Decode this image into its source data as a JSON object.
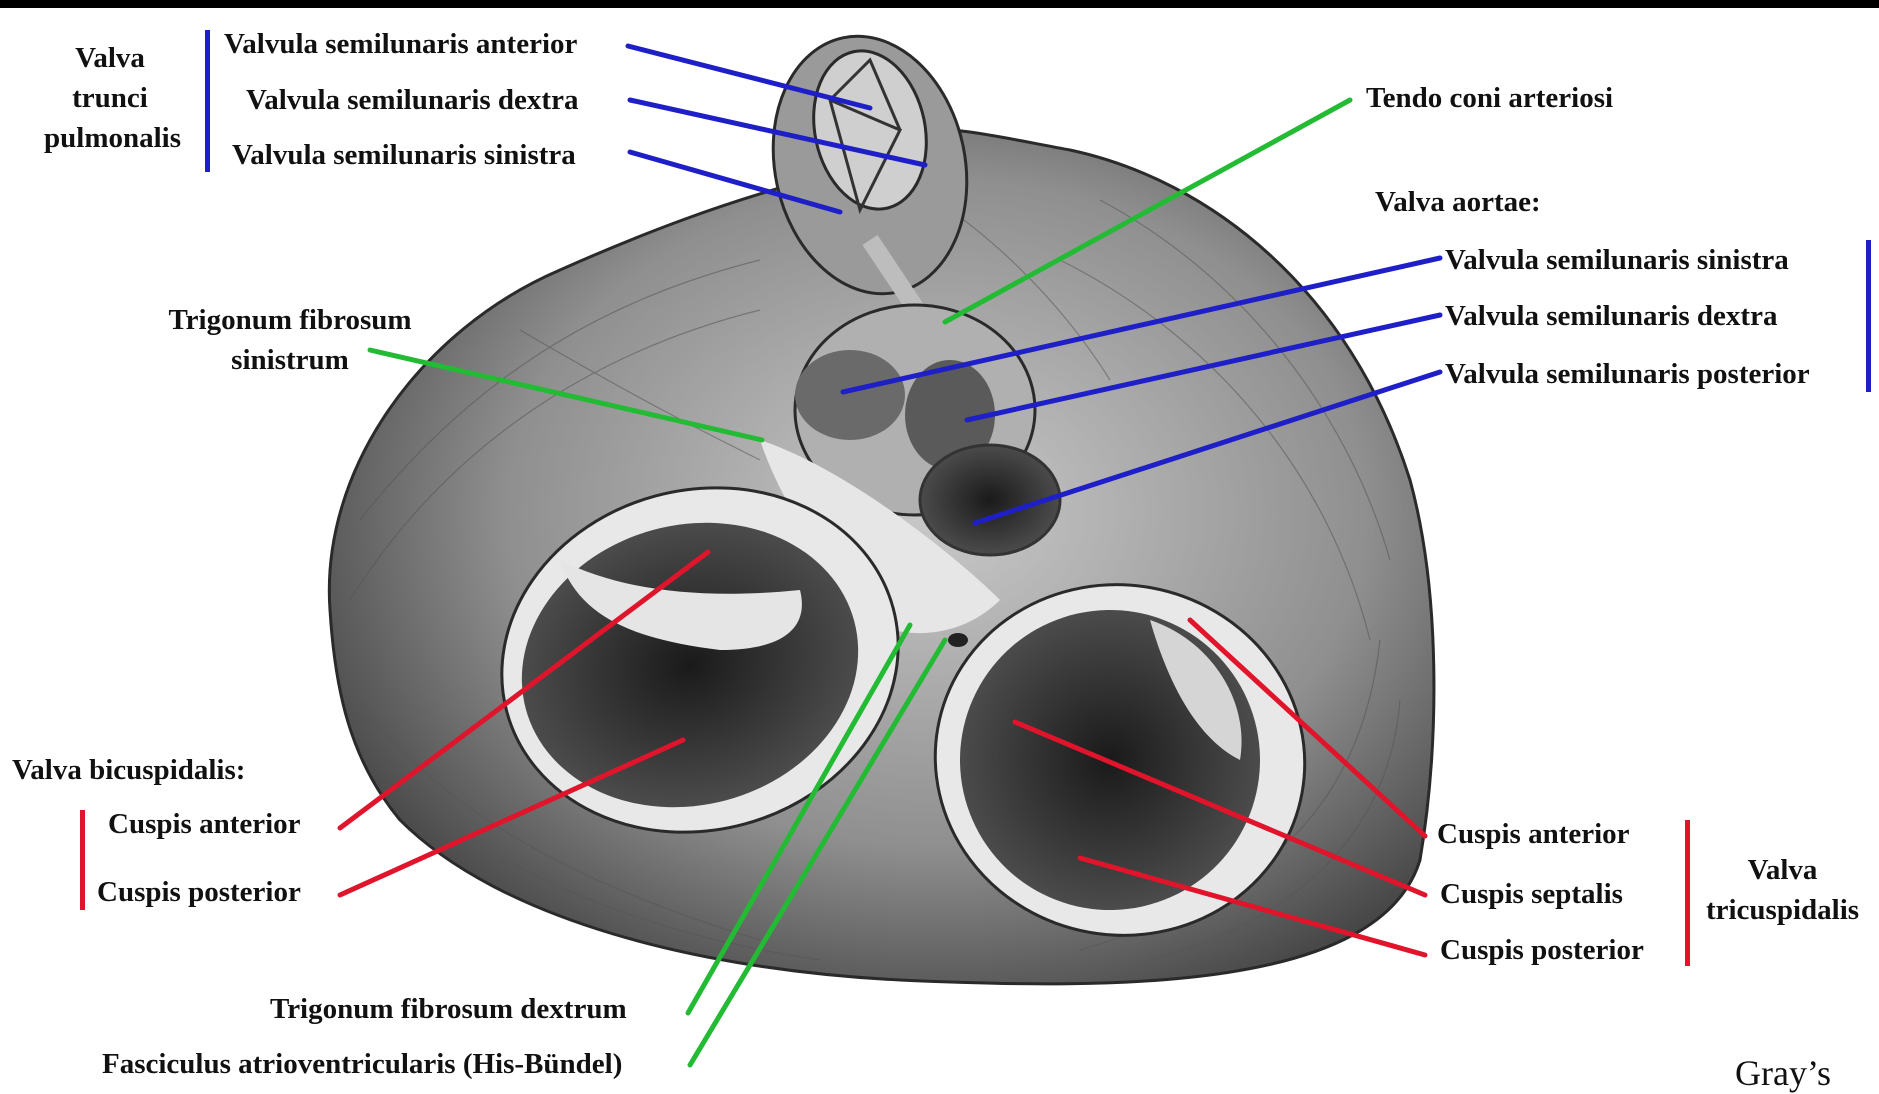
{
  "colors": {
    "blue": "#1f1fc8",
    "green": "#22bb33",
    "red": "#e0142a",
    "tissue_dark": "#3a3a3a",
    "tissue_mid": "#8a8a8a",
    "tissue_light": "#d9d9d9"
  },
  "labels": {
    "pulm_group": [
      "Valva",
      "trunci",
      "pulmonalis"
    ],
    "pulm_anterior": "Valvula semilunaris anterior",
    "pulm_dextra": "Valvula semilunaris dextra",
    "pulm_sinistra": "Valvula semilunaris sinistra",
    "tendo": "Tendo coni arteriosi",
    "aortae_header": "Valva aortae:",
    "aort_sinistra": "Valvula semilunaris sinistra",
    "aort_dextra": "Valvula semilunaris dextra",
    "aort_posterior": "Valvula semilunaris posterior",
    "trig_sin": [
      "Trigonum fibrosum",
      "sinistrum"
    ],
    "bicusp_header": "Valva bicuspidalis:",
    "bicusp_anterior": "Cuspis anterior",
    "bicusp_posterior": "Cuspis posterior",
    "tri_anterior": "Cuspis anterior",
    "tri_septalis": "Cuspis septalis",
    "tri_posterior": "Cuspis posterior",
    "tri_group": [
      "Valva",
      "tricuspidalis"
    ],
    "trig_dex": "Trigonum fibrosum dextrum",
    "fasciculus": "Fasciculus atrioventricularis (His-Bündel)",
    "credit": "Gray’s"
  }
}
